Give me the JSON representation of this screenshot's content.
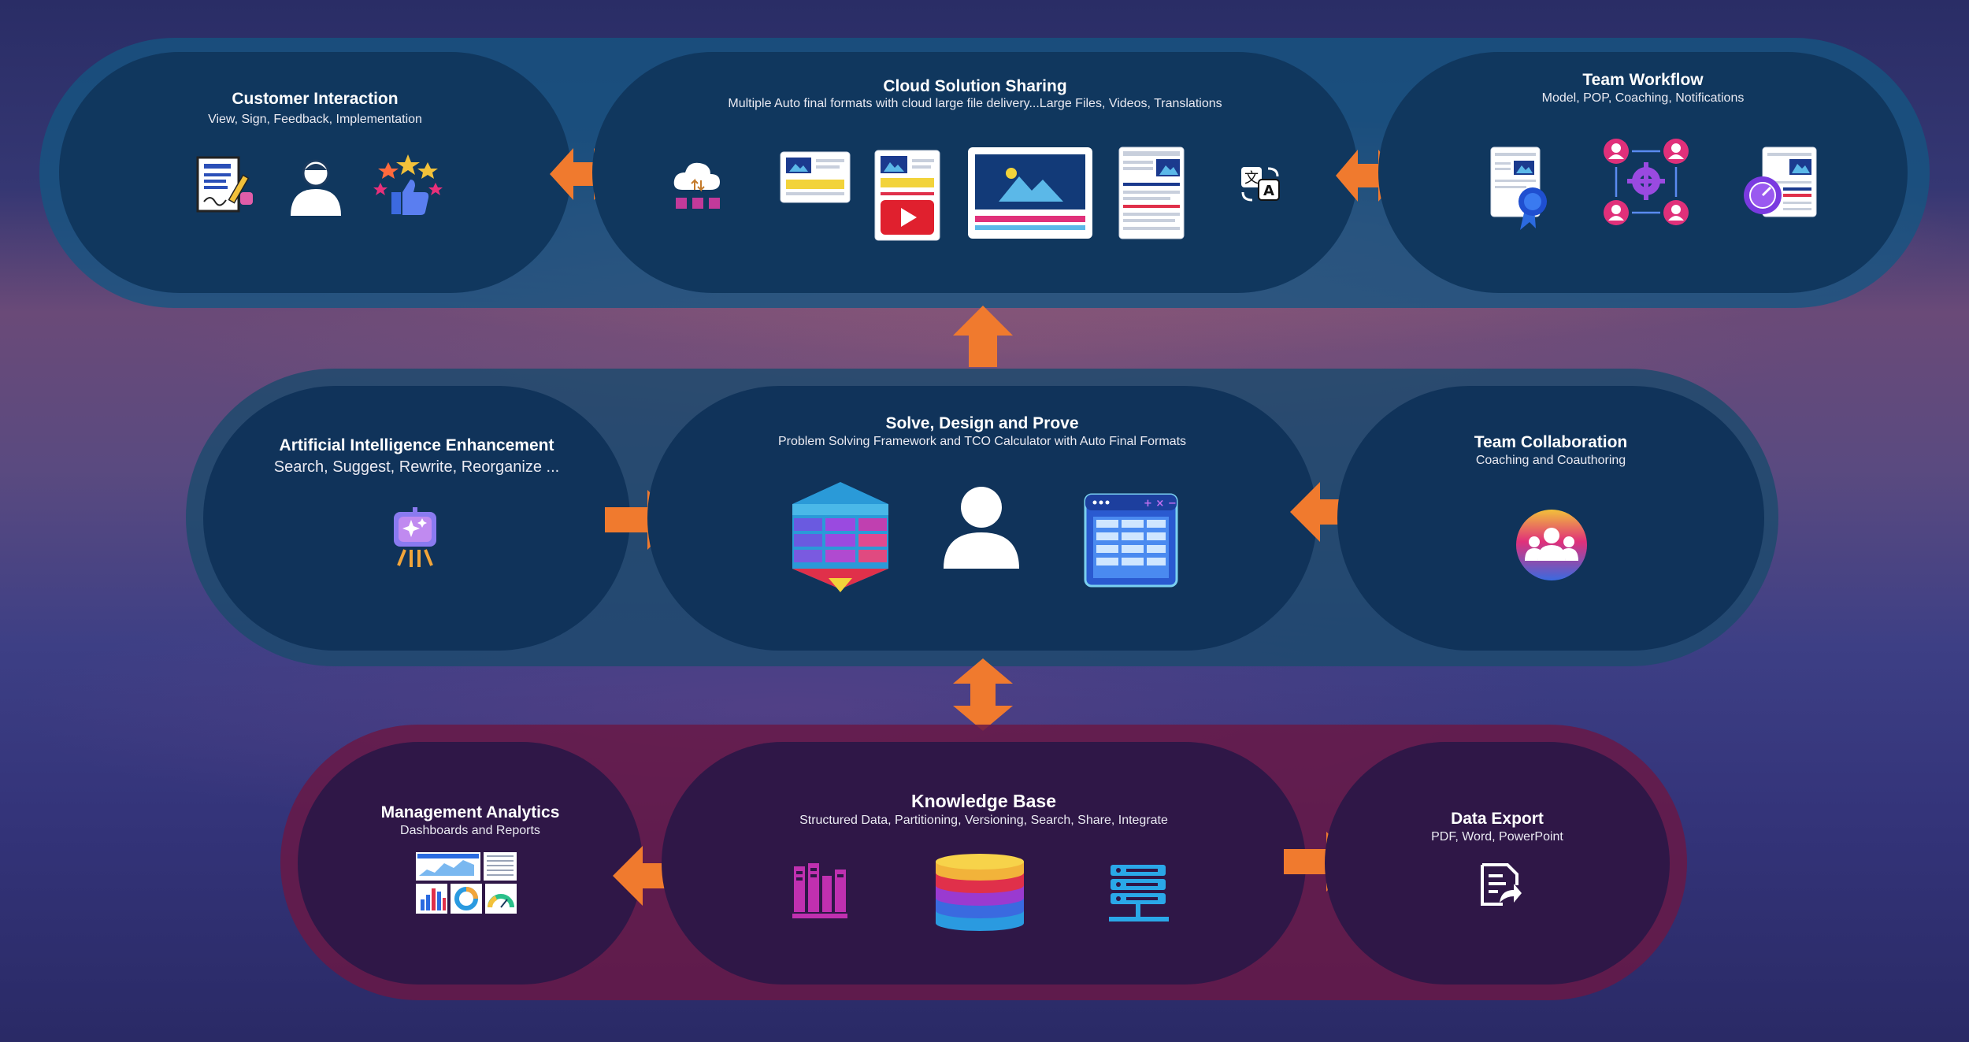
{
  "top_row": {
    "customer_interaction": {
      "title": "Customer Interaction",
      "subtitle": "View, Sign, Feedback, Implementation"
    },
    "cloud_solution_sharing": {
      "title": "Cloud Solution Sharing",
      "subtitle": "Multiple Auto final formats with cloud large file delivery...Large Files, Videos, Translations"
    },
    "team_workflow": {
      "title": "Team Workflow",
      "subtitle": "Model, POP, Coaching, Notifications"
    }
  },
  "middle_row": {
    "ai_enhancement": {
      "title": "Artificial Intelligence Enhancement",
      "subtitle": "Search, Suggest, Rewrite, Reorganize ..."
    },
    "solve_design_prove": {
      "title": "Solve, Design and Prove",
      "subtitle": "Problem Solving Framework and TCO Calculator with Auto Final Formats"
    },
    "team_collaboration": {
      "title": "Team Collaboration",
      "subtitle": "Coaching and Coauthoring"
    }
  },
  "bottom_row": {
    "management_analytics": {
      "title": "Management Analytics",
      "subtitle": "Dashboards and Reports"
    },
    "knowledge_base": {
      "title": "Knowledge Base",
      "subtitle": "Structured Data, Partitioning, Versioning, Search, Share, Integrate"
    },
    "data_export": {
      "title": "Data Export",
      "subtitle": "PDF, Word, PowerPoint"
    }
  },
  "colors": {
    "arrow": "#f07a2e",
    "band_blue": "#145682",
    "band_red": "#69194a",
    "pill_blue": "#10375e",
    "pill_red": "#2f1747"
  },
  "icons": [
    "signed-document-icon",
    "user-icon",
    "rating-thumbs-up-icon",
    "cloud-upload-icon",
    "image-card-icon",
    "video-page-icon",
    "image-frame-icon",
    "document-page-icon",
    "translate-icon",
    "certified-document-icon",
    "workflow-cycle-icon",
    "document-gauge-icon",
    "ai-spark-icon",
    "framework-grid-icon",
    "person-icon",
    "calculator-table-icon",
    "team-group-icon",
    "analytics-dashboard-icon",
    "library-icon",
    "database-icon",
    "server-list-icon",
    "export-document-icon"
  ]
}
